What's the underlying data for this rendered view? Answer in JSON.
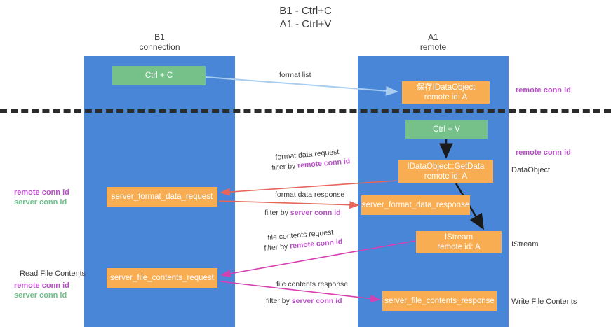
{
  "title": "B1 - Ctrl+C\nA1 - Ctrl+V",
  "lanes": {
    "left": {
      "head": "B1\nconnection",
      "color": "#4a86d8"
    },
    "right": {
      "head": "A1\nremote",
      "color": "#4a86d8"
    }
  },
  "colors": {
    "lane": "#4a86d8",
    "green_node": "#76c08a",
    "orange_node": "#f9ad52",
    "purple_text": "#b84fc7",
    "green_text": "#6ec18a",
    "blue_arrow": "#a8cdef",
    "red_arrow": "#e8655a",
    "magenta_arrow": "#d63fb0",
    "black_arrow": "#1a1a1a",
    "divider": "#2b2b2b"
  },
  "nodes": {
    "ctrl_c": "Ctrl + C",
    "save_idataobject": "保存IDataObject\nremote id: A",
    "ctrl_v": "Ctrl + V",
    "getdata": "IDataObject::GetData\nremote id: A",
    "server_format_data_request": "server_format_data_request",
    "server_format_data_response": "server_format_data_response",
    "istream": "IStream\nremote id: A",
    "server_file_contents_request": "server_file_contents_request",
    "server_file_contents_response": "server_file_contents_response"
  },
  "right_labels": {
    "remote_conn_id_1": "remote conn id",
    "remote_conn_id_2": "remote conn id",
    "data_object": "DataObject",
    "istream": "IStream",
    "write_file_contents": "Write File Contents"
  },
  "left_labels": {
    "conn_ids_1": "remote conn id\nserver conn id",
    "read_file_contents": "Read File Contents",
    "conn_ids_2": "remote conn id\nserver conn id"
  },
  "edges": {
    "format_list": "format list",
    "format_data_request": "format data request",
    "format_data_request_filter_prefix": "filter by ",
    "format_data_request_filter_key": "remote conn id",
    "format_data_response": "format data response",
    "format_data_response_filter_prefix": "filter by ",
    "format_data_response_filter_key": "server conn id",
    "file_contents_request": "file contents request",
    "file_contents_request_filter_prefix": "filter by ",
    "file_contents_request_filter_key": "remote conn id",
    "file_contents_response": "file contents response",
    "file_contents_response_filter_prefix": "filter by ",
    "file_contents_response_filter_key": "server conn id"
  }
}
